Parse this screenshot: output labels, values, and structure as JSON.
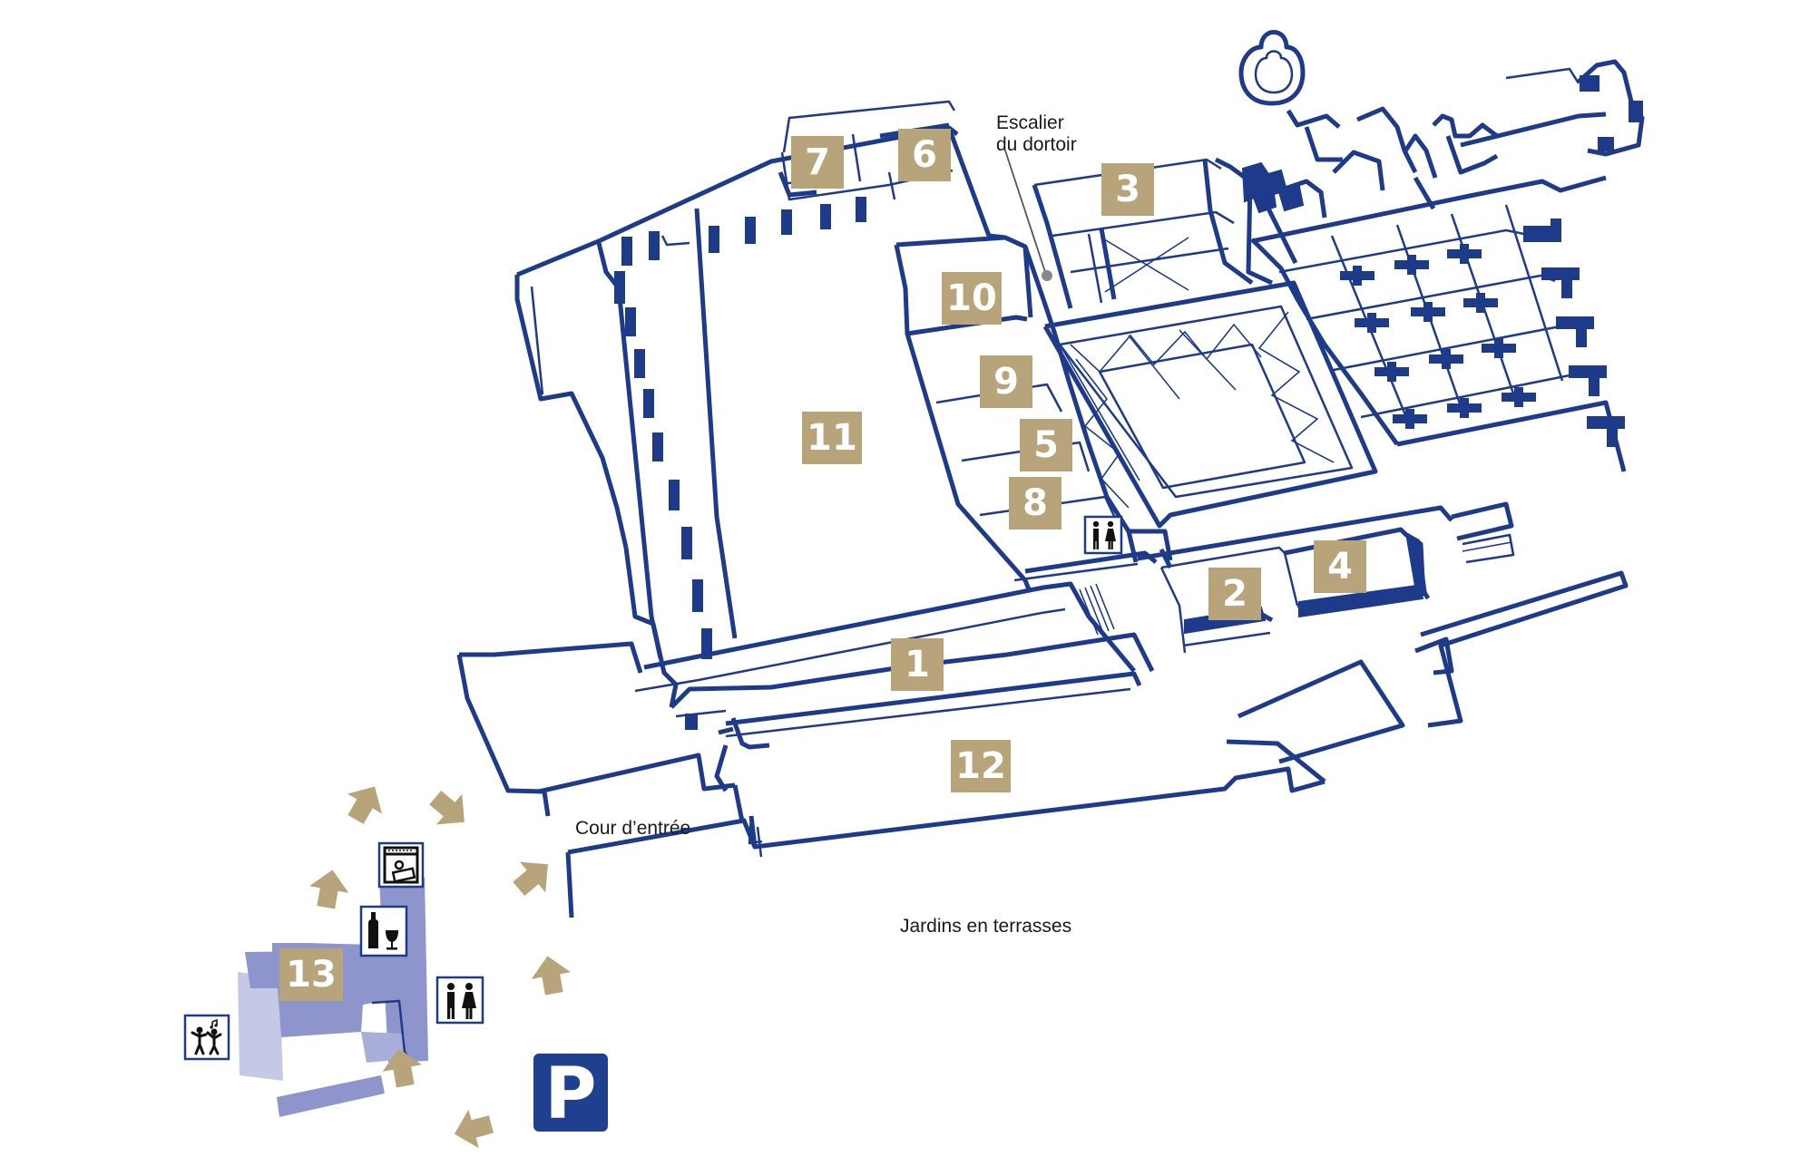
{
  "map": {
    "rooms": [
      {
        "id": "room-1",
        "label": "1"
      },
      {
        "id": "room-2",
        "label": "2"
      },
      {
        "id": "room-3",
        "label": "3"
      },
      {
        "id": "room-4",
        "label": "4"
      },
      {
        "id": "room-5",
        "label": "5"
      },
      {
        "id": "room-6",
        "label": "6"
      },
      {
        "id": "room-7",
        "label": "7"
      },
      {
        "id": "room-8",
        "label": "8"
      },
      {
        "id": "room-9",
        "label": "9"
      },
      {
        "id": "room-10",
        "label": "10"
      },
      {
        "id": "room-11",
        "label": "11"
      },
      {
        "id": "room-12",
        "label": "12"
      },
      {
        "id": "room-13",
        "label": "13"
      }
    ],
    "labels": {
      "escalier_line1": "Escalier",
      "escalier_line2": "du dortoir",
      "cour": "Cour d’entrée",
      "jardins": "Jardins en terrasses"
    },
    "parking": "P",
    "icons": [
      "restroom-icon",
      "restroom-icon",
      "wine-shop-icon",
      "ticket-office-icon",
      "entertainment-icon",
      "parking-icon",
      "arrow-icon"
    ],
    "colors": {
      "walls": "#1e3a8a",
      "room_badge": "#b8a47a",
      "welcome_building": "#8d95cc",
      "parking": "#1f3f8f"
    }
  }
}
